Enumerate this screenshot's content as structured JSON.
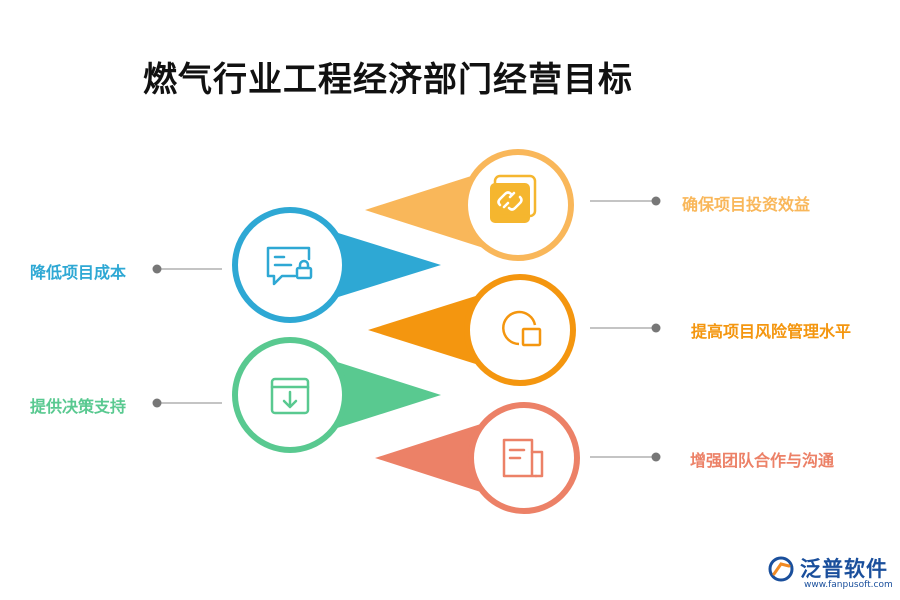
{
  "title": "燃气行业工程经济部门经营目标",
  "items": [
    {
      "label": "确保项目投资效益",
      "color": "#f9b75a",
      "icon": "link-icon"
    },
    {
      "label": "降低项目成本",
      "color": "#2ea8d4",
      "icon": "chat-lock-icon"
    },
    {
      "label": "提高项目风险管理水平",
      "color": "#f4960f",
      "icon": "chart-icon"
    },
    {
      "label": "提供决策支持",
      "color": "#59c990",
      "icon": "download-box-icon"
    },
    {
      "label": "增强团队合作与沟通",
      "color": "#ec8167",
      "icon": "document-icon"
    }
  ],
  "logo": {
    "name": "泛普软件",
    "url": "www.fanpusoft.com"
  }
}
